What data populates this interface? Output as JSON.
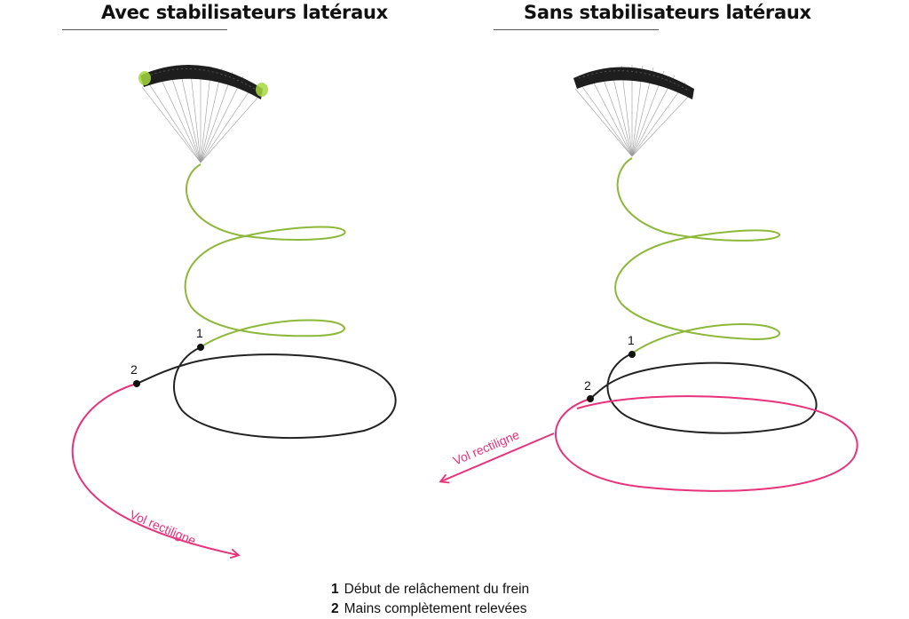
{
  "panels": {
    "left": {
      "title": "Avec stabilisateurs latéraux",
      "label_1": "1",
      "label_2": "2",
      "arrow_label": "Vol rectiligne"
    },
    "right": {
      "title": "Sans stabilisateurs latéraux",
      "label_1": "1",
      "label_2": "2",
      "arrow_label": "Vol rectiligne"
    }
  },
  "legend": [
    {
      "num": "1",
      "text": "Début de relâchement du frein"
    },
    {
      "num": "2",
      "text": "Mains complètement relevées"
    }
  ],
  "colors": {
    "spiral": "#8db83a",
    "recovery": "#222222",
    "straight_flight": "#e8327c",
    "wing_tips": "#a6d83e"
  }
}
